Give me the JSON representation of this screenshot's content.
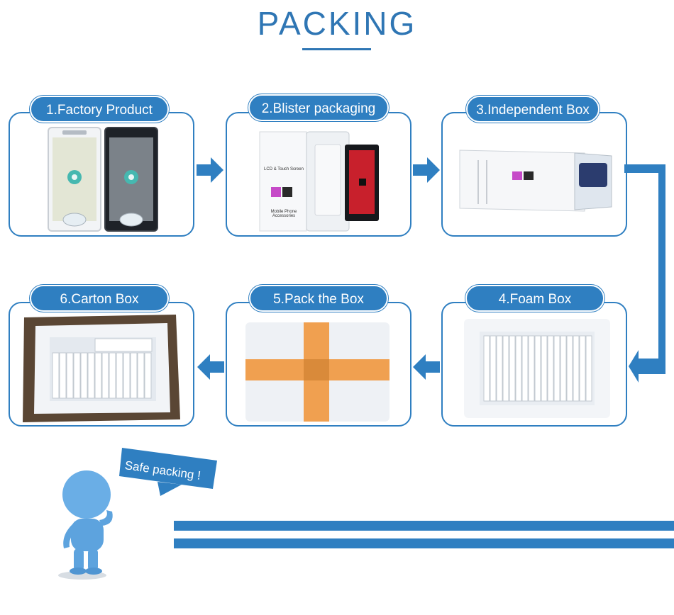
{
  "header": {
    "title": "PACKING"
  },
  "steps": [
    {
      "label": "1.Factory Product"
    },
    {
      "label": "2.Blister packaging"
    },
    {
      "label": "3.Independent Box"
    },
    {
      "label": "4.Foam Box"
    },
    {
      "label": "5.Pack the Box"
    },
    {
      "label": "6.Carton Box"
    }
  ],
  "product_text": {
    "lcd": "LCD & Touch Screen",
    "accessories": "Mobile Phone Accessories"
  },
  "bubble": {
    "text": "Safe packing !"
  },
  "colors": {
    "accent": "#2f7fc1",
    "title": "#2f76b4",
    "tape": "#f0a050"
  }
}
